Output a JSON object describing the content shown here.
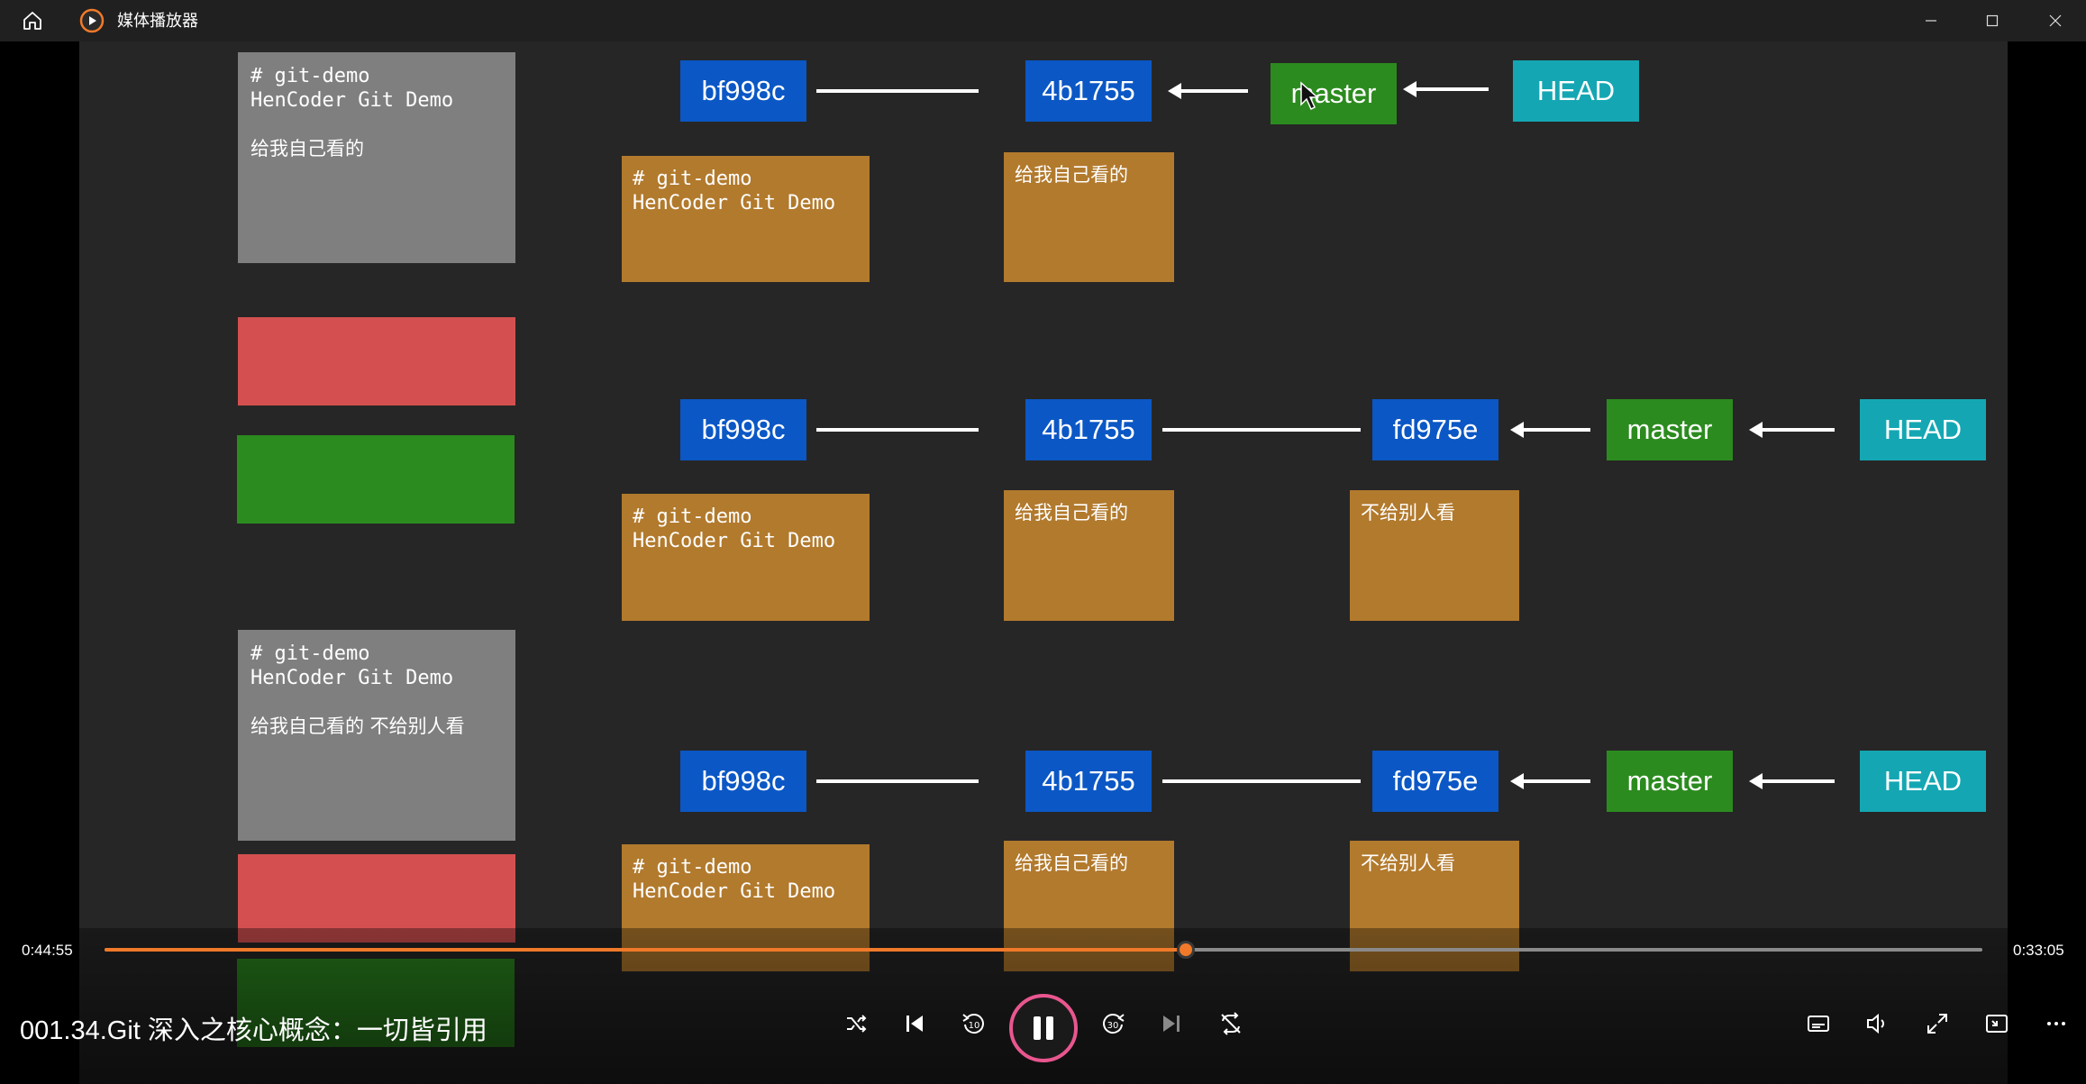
{
  "titlebar": {
    "app_name": "媒体播放器",
    "icons": [
      "home-icon",
      "app-logo-icon",
      "minimize-icon",
      "maximize-icon",
      "close-icon"
    ]
  },
  "slide": {
    "left_panel": {
      "top_box_lines": [
        "# git-demo",
        "HenCoder Git Demo",
        "",
        "给我自己看的"
      ],
      "bottom_box_lines": [
        "# git-demo",
        "HenCoder Git Demo",
        "",
        "给我自己看的 不给别人看"
      ],
      "block_colors": [
        "#d45050",
        "#2c8b1f"
      ]
    },
    "rows": [
      {
        "commits": [
          "bf998c",
          "4b1755"
        ],
        "branch": "master",
        "head": "HEAD",
        "blob_code": "# git-demo\nHenCoder Git Demo",
        "blobs": [
          "给我自己看的"
        ]
      },
      {
        "commits": [
          "bf998c",
          "4b1755",
          "fd975e"
        ],
        "branch": "master",
        "head": "HEAD",
        "blob_code": "# git-demo\nHenCoder Git Demo",
        "blobs": [
          "给我自己看的",
          "不给别人看"
        ]
      },
      {
        "commits": [
          "bf998c",
          "4b1755",
          "fd975e"
        ],
        "branch": "master",
        "head": "HEAD",
        "blob_code": "# git-demo\nHenCoder Git Demo",
        "blobs": [
          "给我自己看的",
          "不给别人看"
        ]
      }
    ],
    "colors": {
      "commit": "#0b57c5",
      "branch": "#2c8b1f",
      "head": "#14a7b3",
      "blob": "#b27a2d",
      "text_box": "#7f7f7f"
    }
  },
  "player": {
    "elapsed": "0:44:55",
    "remaining": "0:33:05",
    "progress_fraction": 0.576,
    "accent": "#f07a2a",
    "video_title": "001.34.Git 深入之核心概念：一切皆引用",
    "center_controls": [
      "shuffle-icon",
      "previous-icon",
      "rewind-10-icon",
      "pause-icon",
      "forward-30-icon",
      "next-icon",
      "repeat-off-icon"
    ],
    "right_controls": [
      "subtitles-icon",
      "volume-icon",
      "fullscreen-icon",
      "mini-player-icon",
      "more-icon"
    ]
  }
}
